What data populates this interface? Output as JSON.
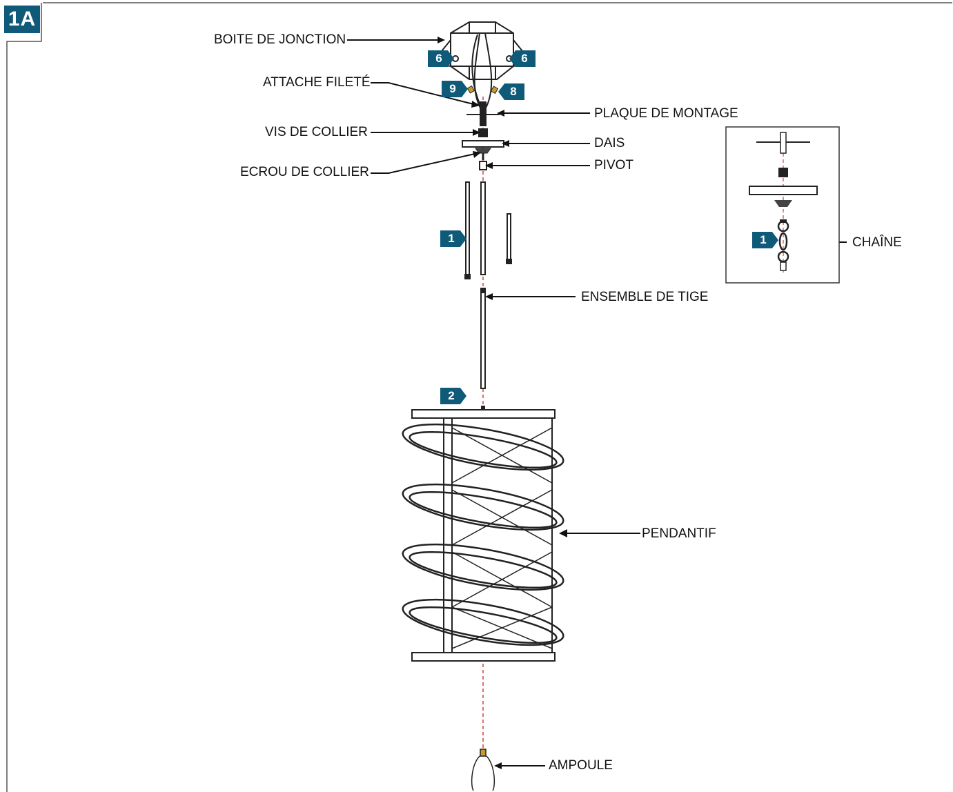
{
  "section_badge": "1A",
  "labels": {
    "junction_box": "BOITE DE JONCTION",
    "threaded_nipple": "ATTACHE FILETÉ",
    "mounting_plate": "PLAQUE DE MONTAGE",
    "collar_screw": "VIS DE COLLIER",
    "canopy": "DAIS",
    "collar_nut": "ECROU DE COLLIER",
    "swivel": "PIVOT",
    "stem_assembly": "ENSEMBLE DE TIGE",
    "pendant": "PENDANTIF",
    "bulb": "AMPOULE",
    "chain": "CHAÎNE"
  },
  "step_tags": {
    "tag_6_left": "6",
    "tag_6_right": "6",
    "tag_9": "9",
    "tag_8": "8",
    "tag_1_stem": "1",
    "tag_2": "2",
    "tag_1_chain": "1"
  },
  "colors": {
    "accent": "#0e5a78",
    "line": "#000000",
    "dash": "#d04040"
  }
}
